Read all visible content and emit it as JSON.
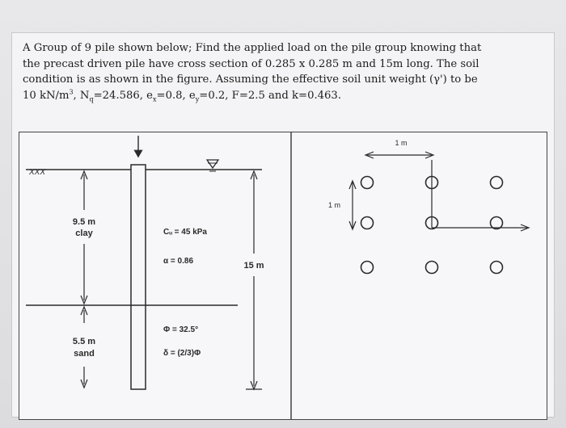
{
  "question": {
    "lines": [
      "A Group of 9 pile shown below; Find the applied load on the pile group knowing that",
      "the precast driven pile have cross section of 0.285 x 0.285 m and 15m long. The soil",
      "condition is as shown in the figure. Assuming the effective soil unit weight (γ') to be"
    ],
    "line4_before_sup": "10 kN/m",
    "line4_sup": "3",
    "line4_nq_prefix": ", N",
    "line4_nq_sub": "q",
    "line4_nq_value": "=24.586, e",
    "line4_ex_sub": "x",
    "line4_ex_value": "=0.8, e",
    "line4_ey_sub": "y",
    "line4_rest": "=0.2, F=2.5 and k=0.463."
  },
  "profile": {
    "ground_hatch": "XXX",
    "clay_thickness": "9.5 m",
    "clay_label": "clay",
    "cu_label": "Cᵤ = 45 kPa",
    "alpha_label": "α = 0.86",
    "pile_length": "15 m",
    "sand_thickness": "5.5 m",
    "sand_label": "sand",
    "phi_label": "Φ = 32.5°",
    "delta_label": "δ = (2/3)Φ"
  },
  "plan": {
    "spacing_x": "1 m",
    "spacing_y": "1 m",
    "rows": 3,
    "cols": 3
  },
  "colors": {
    "ink": "#2a2a2a",
    "paper": "#f4f4f6"
  }
}
